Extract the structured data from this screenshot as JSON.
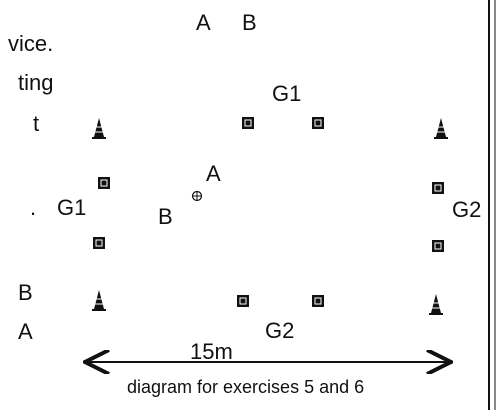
{
  "text_fragments": {
    "line1": "vice.",
    "line2": "ting",
    "line3": "t",
    "line4": "."
  },
  "labels": {
    "top_a": "A",
    "top_b": "B",
    "g1_top": "G1",
    "g1_left": "G1",
    "g2_right": "G2",
    "g2_bottom": "G2",
    "center_a": "A",
    "center_b": "B",
    "left_b": "B",
    "left_a": "A"
  },
  "measurement": "15m",
  "caption": "diagram for exercises 5 and 6",
  "colors": {
    "ink": "#111111",
    "background": "#ffffff"
  },
  "icons": {
    "cone": "cone-icon",
    "marker": "square-marker-icon",
    "ball": "ball-icon"
  }
}
